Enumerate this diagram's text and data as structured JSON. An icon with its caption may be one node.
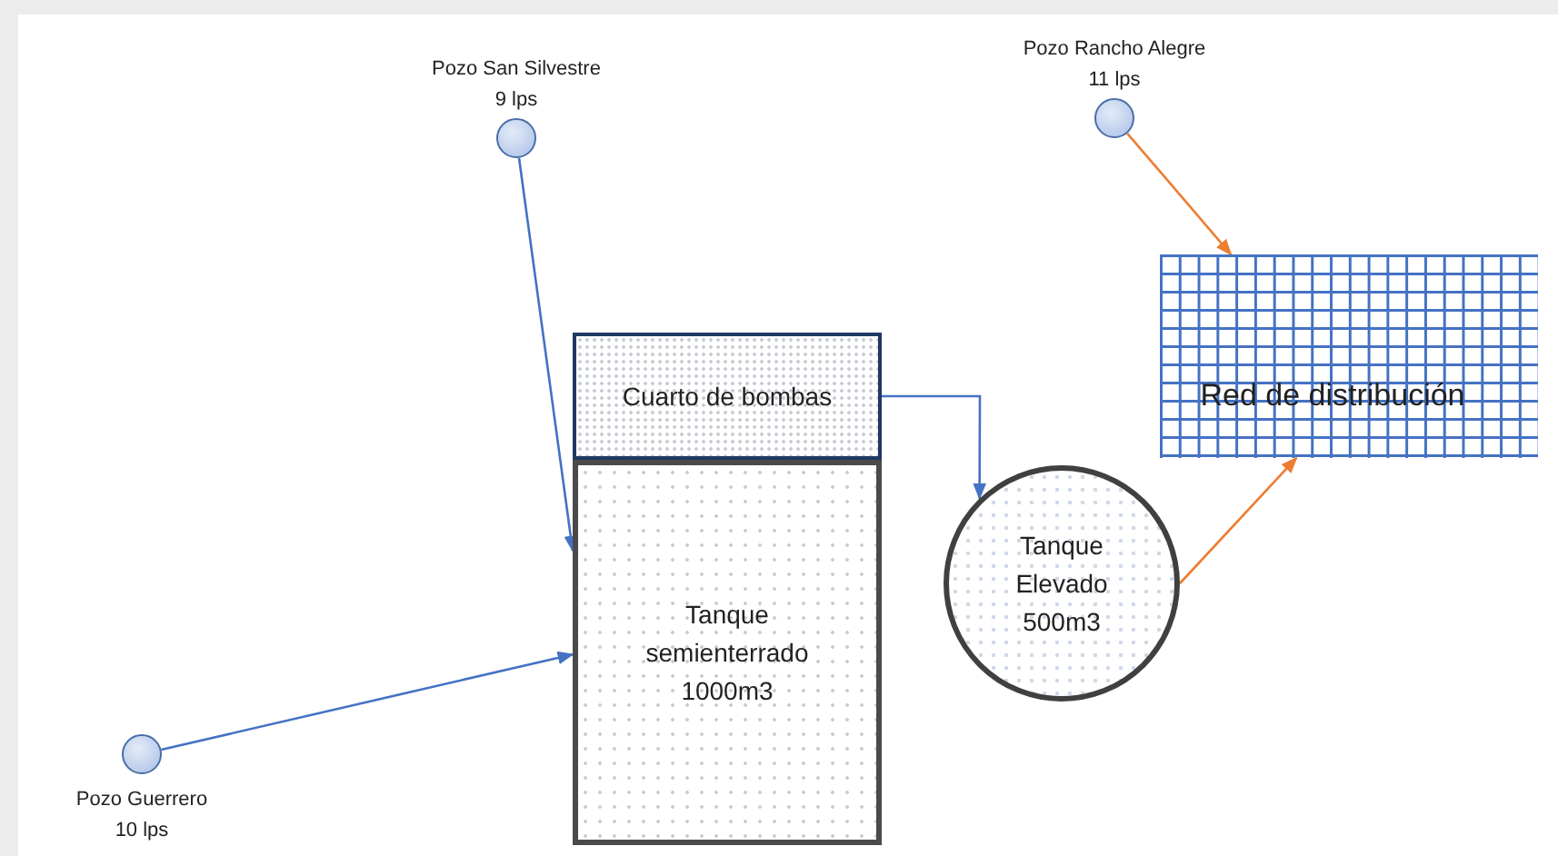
{
  "diagram": {
    "nodes": [
      {
        "text": [],
        "shape": "circle",
        "beside": [
          "Pozo San Silvestre",
          "9 lps"
        ]
      },
      {
        "text": [],
        "shape": "circle",
        "beside": [
          "Pozo Rancho Alegre",
          "11 lps"
        ]
      },
      {
        "text": [
          "Red de distribución"
        ]
      },
      {
        "text": [
          "Cuarto de bombas"
        ]
      },
      {
        "text": [
          "Tanque semienterrado 1000m3"
        ]
      },
      {
        "text": [
          "Tanque Elevado 500m3"
        ]
      },
      {
        "text": [],
        "shape": "circle",
        "beside": [
          "Pozo Guerrero",
          "10 lps"
        ]
      }
    ],
    "edges": [
      {
        "from": 0,
        "to": 4,
        "arrow": "to"
      },
      {
        "from": 6,
        "to": 4,
        "arrow": "to"
      },
      {
        "from": 3,
        "to": 5,
        "arrow": "to"
      },
      {
        "from": 1,
        "to": 2,
        "arrow": "to",
        "color": "#ed7d31"
      },
      {
        "from": 5,
        "to": 2,
        "arrow": "to",
        "color": "#ed7d31"
      }
    ]
  }
}
